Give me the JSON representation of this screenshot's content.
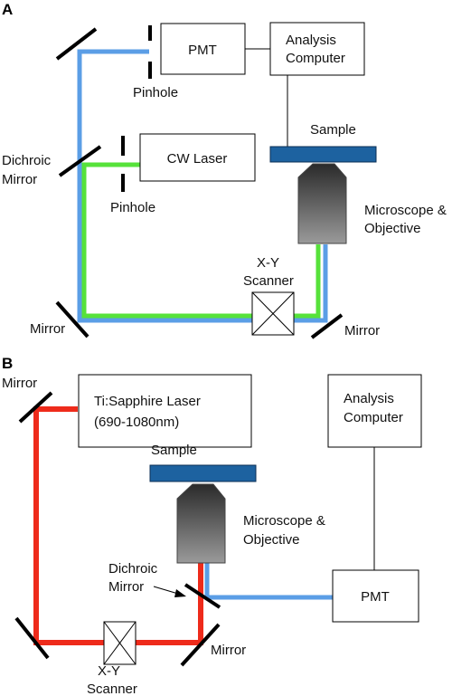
{
  "panel_a": {
    "label": "A",
    "pmt": "PMT",
    "analysis_line1": "Analysis",
    "analysis_line2": "Computer",
    "pinhole_top": "Pinhole",
    "pinhole_mid": "Pinhole",
    "cw_laser": "CW Laser",
    "dichroic_line1": "Dichroic",
    "dichroic_line2": "Mirror",
    "sample": "Sample",
    "microscope_line1": "Microscope &",
    "microscope_line2": "Objective",
    "scanner_line1": "X-Y",
    "scanner_line2": "Scanner",
    "mirror_left": "Mirror",
    "mirror_right": "Mirror"
  },
  "panel_b": {
    "label": "B",
    "mirror_top": "Mirror",
    "laser_line1": "Ti:Sapphire Laser",
    "laser_line2": "(690-1080nm)",
    "analysis_line1": "Analysis",
    "analysis_line2": "Computer",
    "sample": "Sample",
    "microscope_line1": "Microscope &",
    "microscope_line2": "Objective",
    "dichroic_line1": "Dichroic",
    "dichroic_line2": "Mirror",
    "pmt": "PMT",
    "mirror_bottom": "Mirror",
    "scanner_line1": "X-Y",
    "scanner_line2": "Scanner"
  },
  "colors": {
    "detection_beam": "#5b9ee6",
    "excitation_beam_cw": "#56e23a",
    "excitation_beam_ti_sapphire": "#ee2b1b",
    "sample": "#1d62a0"
  }
}
